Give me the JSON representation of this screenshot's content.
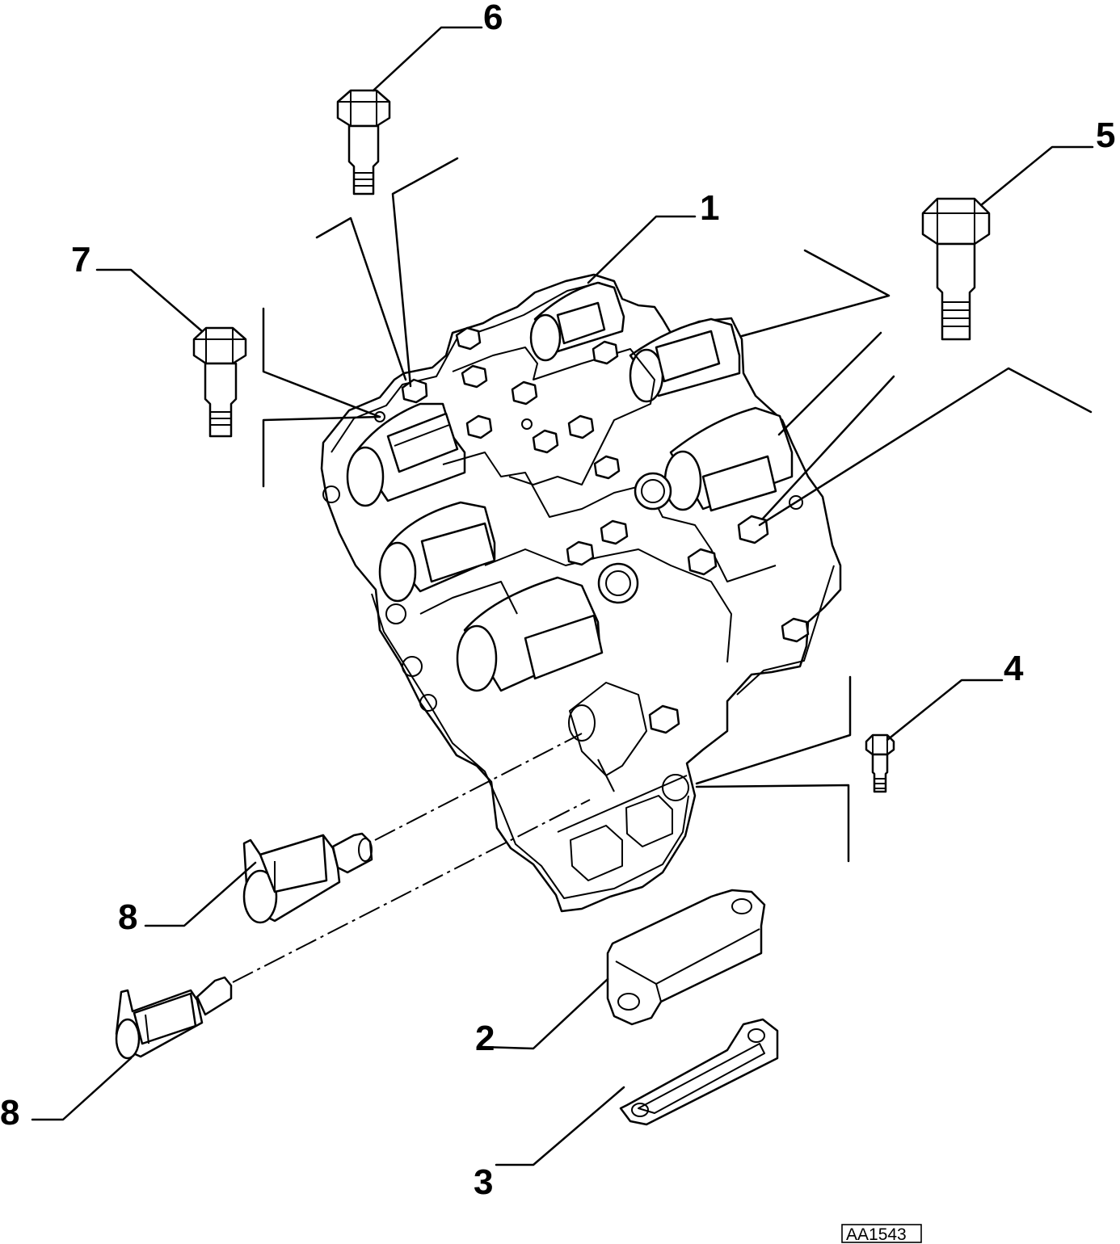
{
  "diagram": {
    "reference_code": "AA1543",
    "callouts": [
      {
        "id": "1",
        "label": "1"
      },
      {
        "id": "2",
        "label": "2"
      },
      {
        "id": "3",
        "label": "3"
      },
      {
        "id": "4",
        "label": "4"
      },
      {
        "id": "5",
        "label": "5"
      },
      {
        "id": "6",
        "label": "6"
      },
      {
        "id": "7",
        "label": "7"
      },
      {
        "id": "8a",
        "label": "8"
      },
      {
        "id": "8b",
        "label": "8"
      }
    ]
  }
}
